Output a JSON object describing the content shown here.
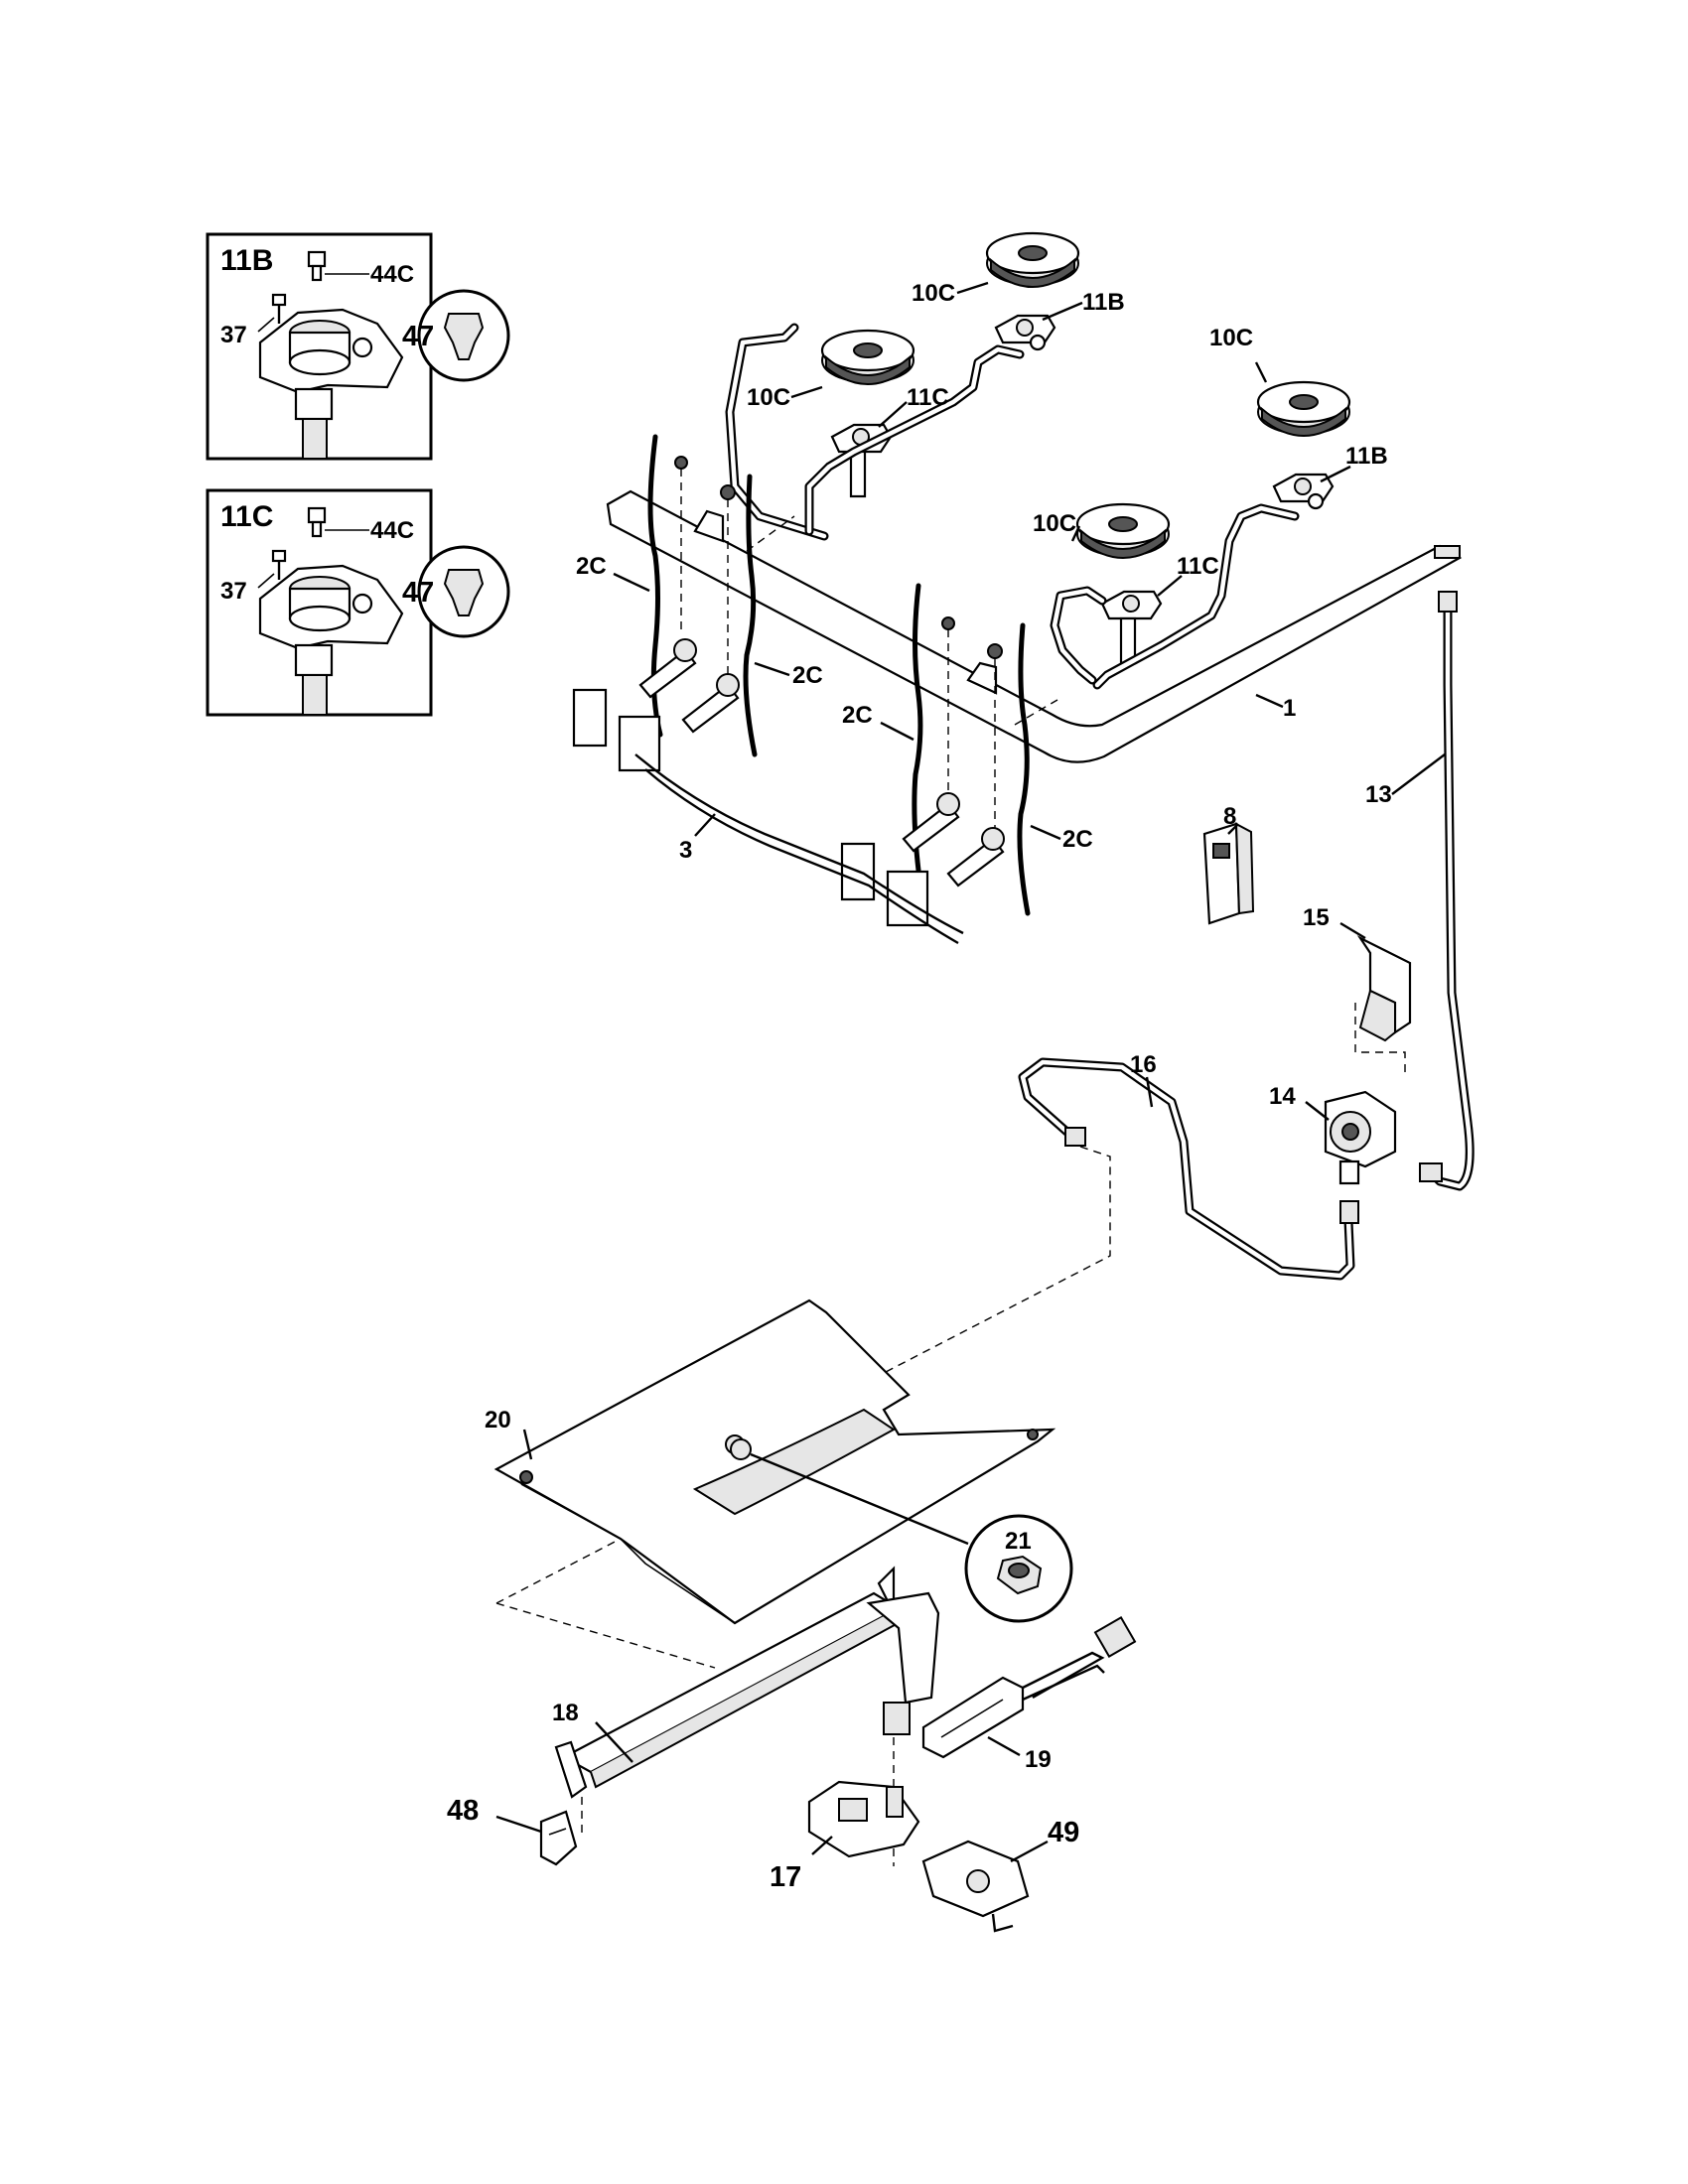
{
  "detail_boxes": [
    {
      "title": "11B",
      "labels": [
        "44C",
        "37",
        "47"
      ]
    },
    {
      "title": "11C",
      "labels": [
        "44C",
        "37",
        "47"
      ]
    }
  ],
  "callouts": {
    "c10c_a": "10C",
    "c11b_a": "11B",
    "c10c_b": "10C",
    "c11c_a": "11C",
    "c10c_c": "10C",
    "c11b_b": "11B",
    "c10c_d": "10C",
    "c11c_b": "11C",
    "c2c_a": "2C",
    "c2c_b": "2C",
    "c2c_c": "2C",
    "c2c_d": "2C",
    "c1": "1",
    "c3": "3",
    "c8": "8",
    "c13": "13",
    "c15": "15",
    "c16": "16",
    "c14": "14",
    "c20": "20",
    "c21": "21",
    "c18": "18",
    "c19": "19",
    "c48": "48",
    "c17": "17",
    "c49": "49"
  }
}
